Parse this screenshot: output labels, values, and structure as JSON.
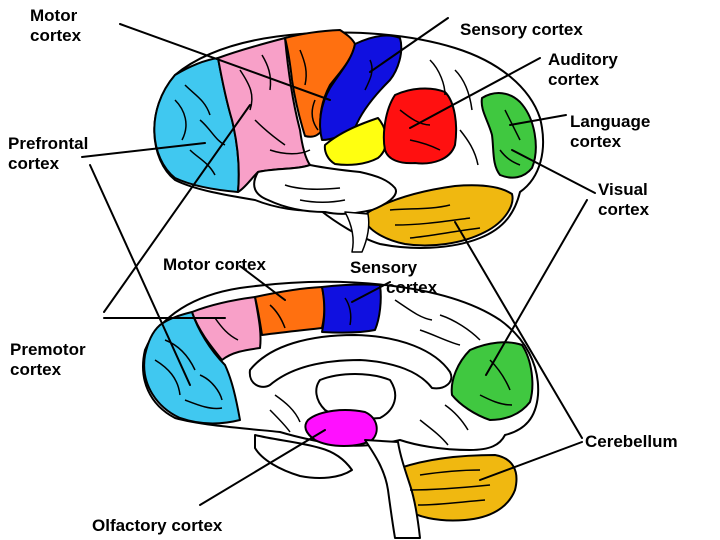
{
  "labels": {
    "motor_top": [
      "Motor",
      "cortex"
    ],
    "sensory_top": [
      "Sensory cortex"
    ],
    "auditory": [
      "Auditory",
      "cortex"
    ],
    "language": [
      "Language",
      "cortex"
    ],
    "prefrontal": [
      "Prefrontal",
      "cortex"
    ],
    "visual": [
      "Visual",
      "cortex"
    ],
    "motor_mid": [
      "Motor cortex"
    ],
    "sensory_mid": [
      "Sensory",
      "cortex"
    ],
    "premotor": [
      "Premotor",
      "cortex"
    ],
    "cerebellum": [
      "Cerebellum"
    ],
    "olfactory": [
      "Olfactory cortex"
    ]
  },
  "colors": {
    "prefrontal": "#40c8f0",
    "premotor": "#f8a0c8",
    "motor": "#ff7010",
    "sensory": "#1010e0",
    "auditory": "#ff1010",
    "language": "#40c840",
    "visual": "#40c840",
    "cerebellum": "#f0b810",
    "olfactory": "#ff10ff",
    "parietal_yellow": "#ffff10",
    "outline": "#000000"
  }
}
